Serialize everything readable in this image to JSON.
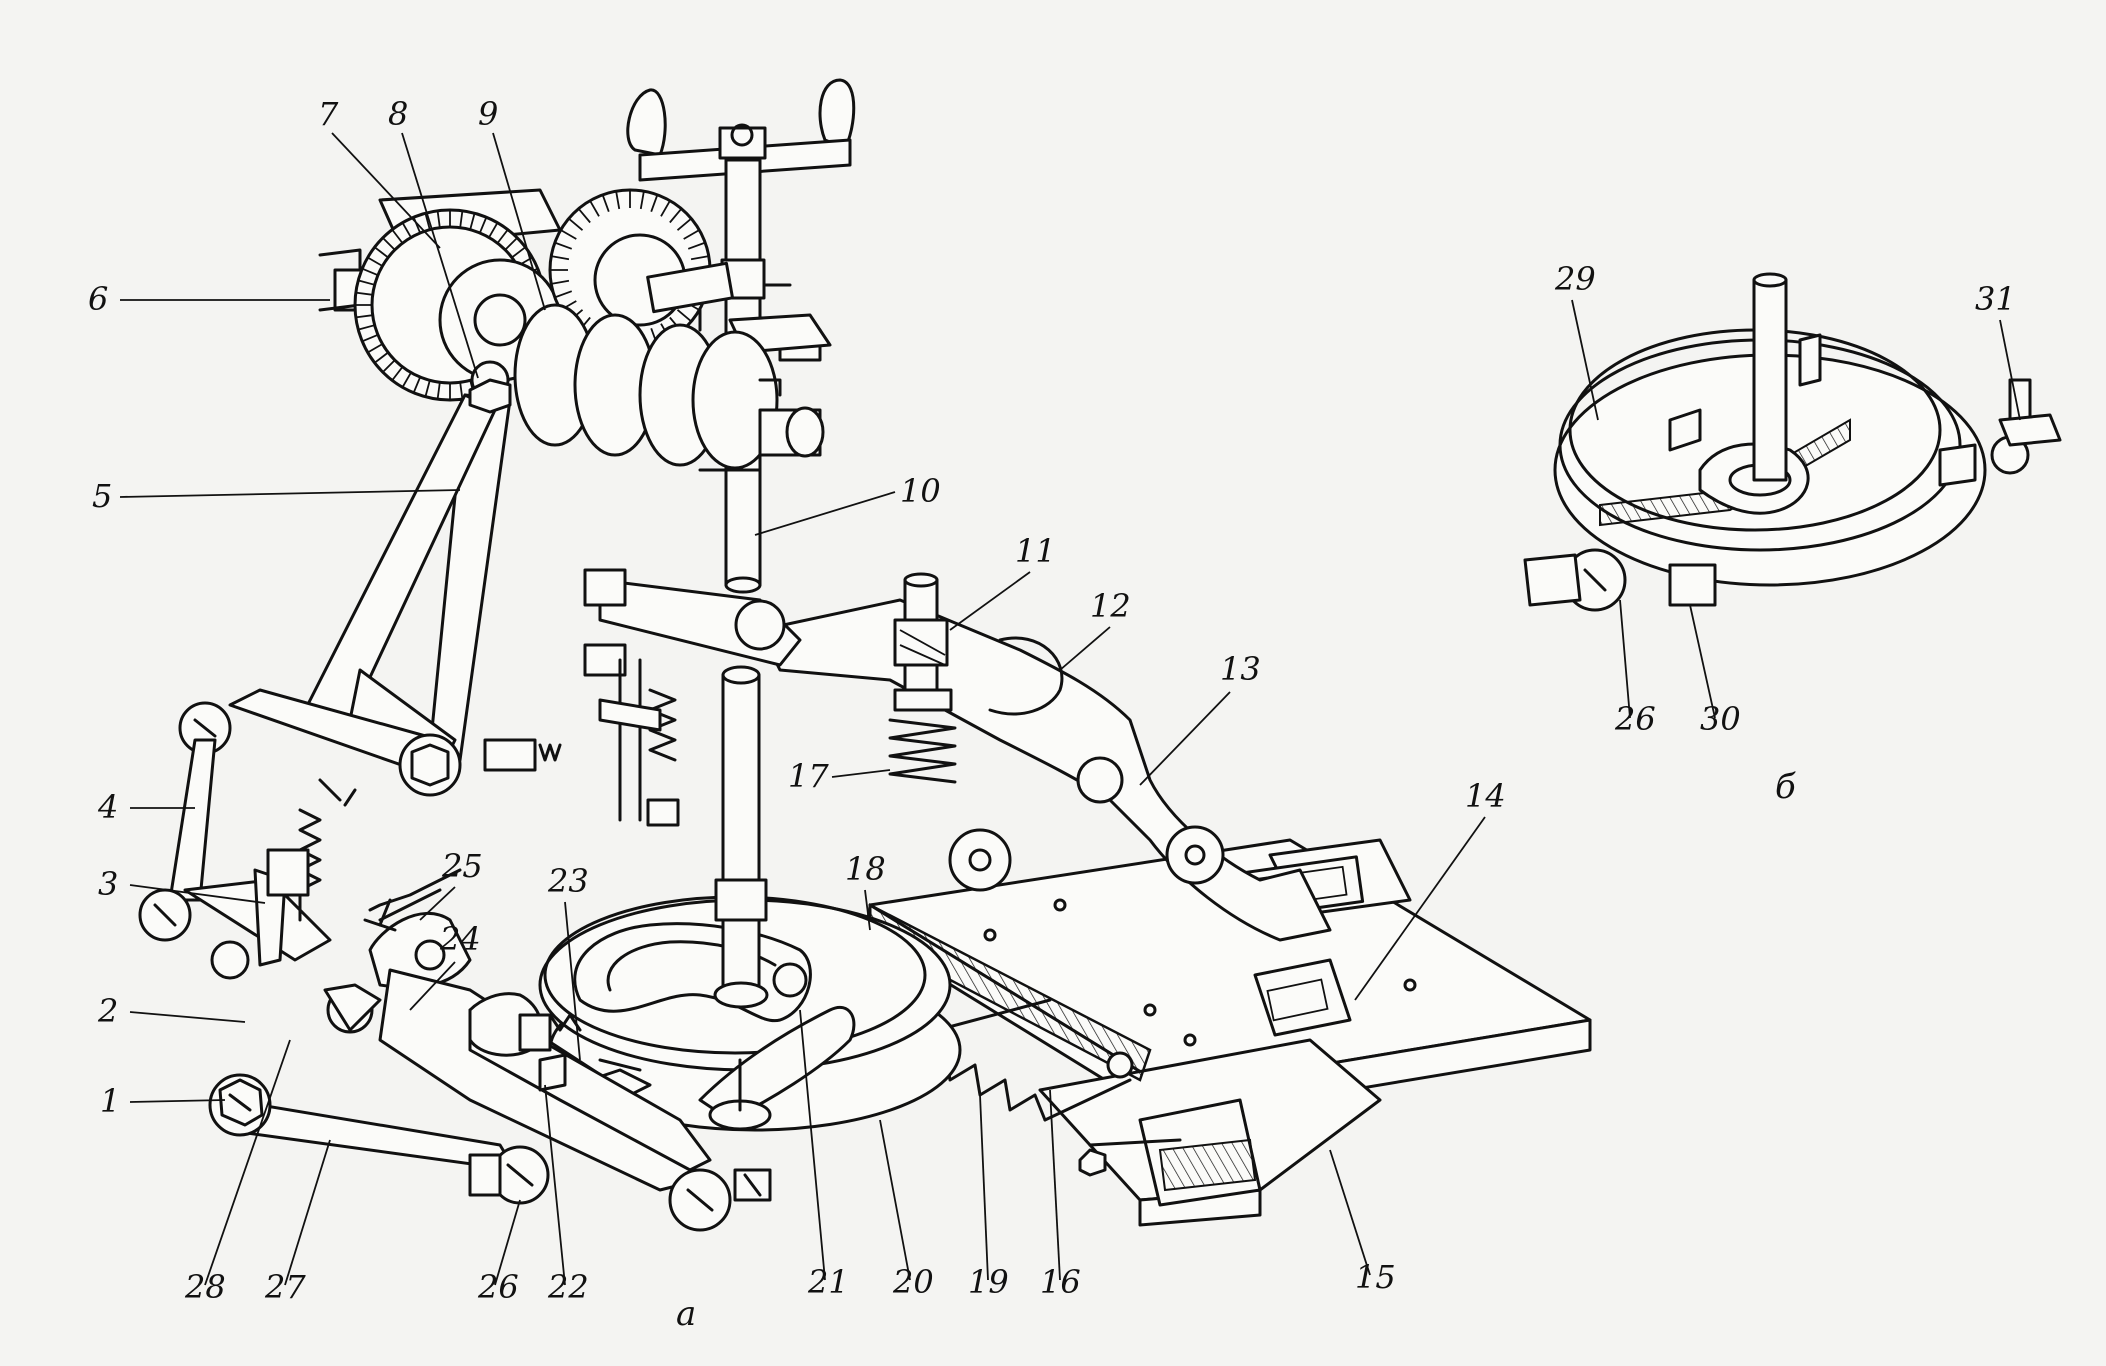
{
  "figure": {
    "callouts": [
      {
        "id": "1",
        "text": "1"
      },
      {
        "id": "2",
        "text": "2"
      },
      {
        "id": "3",
        "text": "3"
      },
      {
        "id": "4",
        "text": "4"
      },
      {
        "id": "5",
        "text": "5"
      },
      {
        "id": "6",
        "text": "6"
      },
      {
        "id": "7",
        "text": "7"
      },
      {
        "id": "8",
        "text": "8"
      },
      {
        "id": "9",
        "text": "9"
      },
      {
        "id": "10",
        "text": "10"
      },
      {
        "id": "11",
        "text": "11"
      },
      {
        "id": "12",
        "text": "12"
      },
      {
        "id": "13",
        "text": "13"
      },
      {
        "id": "14",
        "text": "14"
      },
      {
        "id": "15",
        "text": "15"
      },
      {
        "id": "16",
        "text": "16"
      },
      {
        "id": "17",
        "text": "17"
      },
      {
        "id": "18",
        "text": "18"
      },
      {
        "id": "19",
        "text": "19"
      },
      {
        "id": "20",
        "text": "20"
      },
      {
        "id": "21",
        "text": "21"
      },
      {
        "id": "22",
        "text": "22"
      },
      {
        "id": "23",
        "text": "23"
      },
      {
        "id": "24",
        "text": "24"
      },
      {
        "id": "25",
        "text": "25"
      },
      {
        "id": "26",
        "text": "26"
      },
      {
        "id": "27",
        "text": "27"
      },
      {
        "id": "28",
        "text": "28"
      },
      {
        "id": "26b",
        "text": "26"
      },
      {
        "id": "29",
        "text": "29"
      },
      {
        "id": "30",
        "text": "30"
      },
      {
        "id": "31",
        "text": "31"
      }
    ],
    "sub_a": "а",
    "sub_b": "б"
  }
}
